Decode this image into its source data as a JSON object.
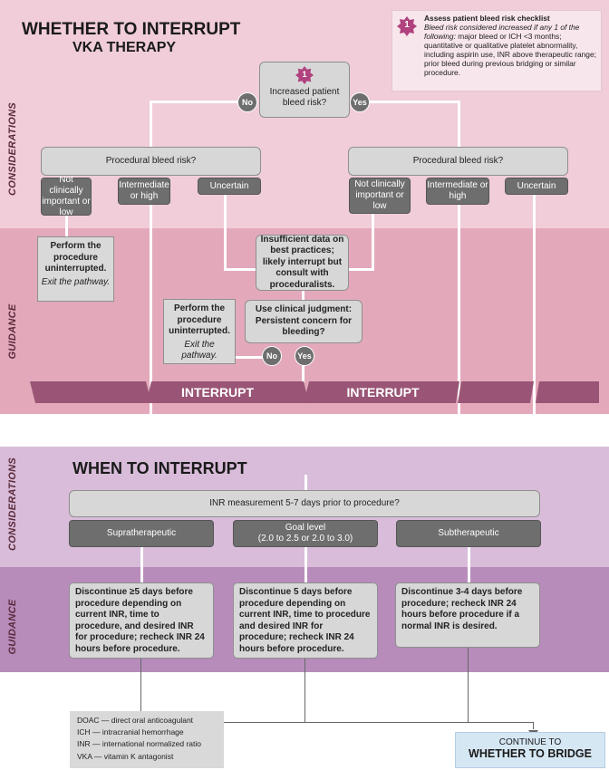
{
  "header": {
    "title_line1": "WHETHER TO INTERRUPT",
    "title_line2": "VKA THERAPY"
  },
  "checklist": {
    "badge": "1",
    "heading": "Assess patient bleed risk checklist",
    "intro": "Bleed risk considered increased if any 1 of the following:",
    "body": "major bleed or ICH <3 months; quantitative or qualitative platelet abnormality, including aspirin use, INR above therapeutic range; prior bleed during previous bridging or similar procedure."
  },
  "section_labels": {
    "considerations_top": "CONSIDERATIONS",
    "guidance_top": "GUIDANCE",
    "considerations_bottom": "CONSIDERATIONS",
    "guidance_bottom": "GUIDANCE"
  },
  "top_question": {
    "badge": "1",
    "text": "Increased patient bleed risk?",
    "no": "No",
    "yes": "Yes"
  },
  "left_branch": {
    "question": "Procedural bleed risk?",
    "opt_low": "Not clinically important or low",
    "opt_mid": "Intermediate or high",
    "opt_unc": "Uncertain"
  },
  "right_branch": {
    "question": "Procedural bleed risk?",
    "opt_low": "Not clinically important or low",
    "opt_mid": "Intermediate or high",
    "opt_unc": "Uncertain"
  },
  "guidance_left": {
    "text": "Perform the procedure uninterrupted.",
    "exit": "Exit the pathway."
  },
  "insufficient": "Insufficient data on best practices; likely interrupt but consult with proceduralists.",
  "judgment": {
    "text": "Use clinical judgment: Persistent concern for bleeding?",
    "no": "No",
    "yes": "Yes"
  },
  "guidance_mid": {
    "text": "Perform the procedure uninterrupted.",
    "exit": "Exit the pathway."
  },
  "interrupt": {
    "label1": "INTERRUPT",
    "label2": "INTERRUPT"
  },
  "when": {
    "title": "WHEN TO INTERRUPT",
    "question": "INR measurement 5-7 days prior to procedure?",
    "opt_supra": "Supratherapeutic",
    "opt_goal_1": "Goal level",
    "opt_goal_2": "(2.0 to 2.5 or 2.0 to 3.0)",
    "opt_sub": "Subtherapeutic",
    "g_supra": "Discontinue ≥5 days before procedure depending on current INR, time to procedure, and desired INR for procedure; recheck INR 24 hours before procedure.",
    "g_goal": "Discontinue 5 days before procedure depending on current INR, time to procedure and desired INR for procedure; recheck INR 24 hours before procedure.",
    "g_sub": "Discontinue 3-4 days before procedure; recheck INR 24 hours before procedure if a normal INR is desired."
  },
  "legend": [
    {
      "abbr": "DOAC",
      "def": " — direct oral anticoagulant"
    },
    {
      "abbr": "ICH",
      "def": " — intracranial hemorrhage"
    },
    {
      "abbr": "INR",
      "def": " — international normalized ratio"
    },
    {
      "abbr": "VKA",
      "def": " — vitamin K antagonist"
    }
  ],
  "continue": {
    "line1": "CONTINUE TO",
    "line2": "WHETHER TO BRIDGE"
  },
  "colors": {
    "band_top_light": "#f0cdd8",
    "band_top_guidance": "#e3a9bb",
    "interrupt_bar": "#9a5576",
    "band_bottom_light": "#d8bcd9",
    "band_bottom_guidance": "#b78cbb",
    "badge_pink": "#b0427e",
    "continue_box": "#d6e7f4"
  }
}
